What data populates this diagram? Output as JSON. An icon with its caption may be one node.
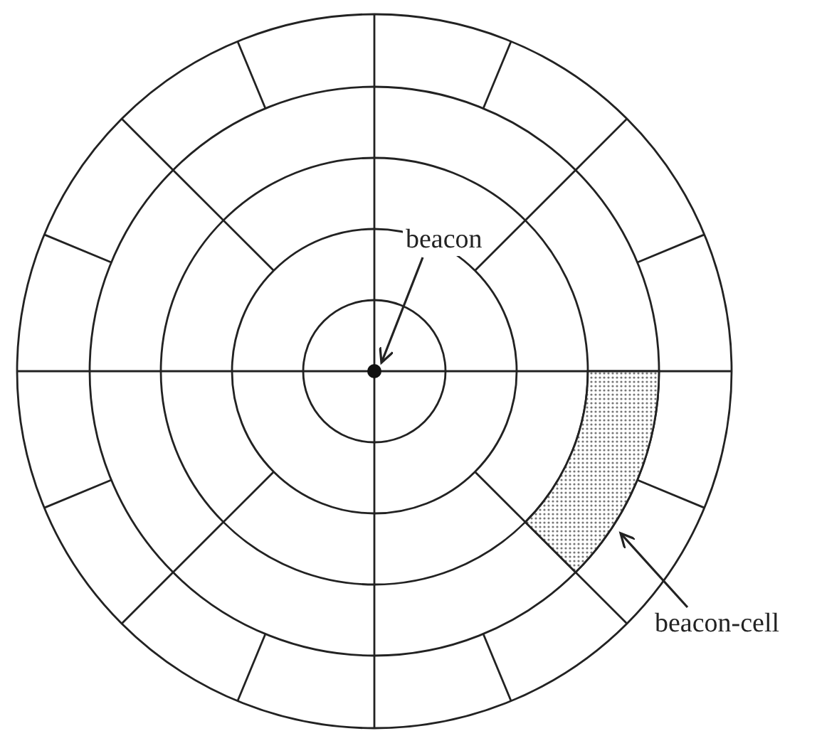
{
  "diagram": {
    "nodes": [
      {
        "text": [
          "beacon"
        ]
      },
      {
        "text": [],
        "shape": "circle"
      },
      {
        "text": [
          "beacon-cell"
        ]
      },
      {
        "text": [],
        "shape": "sector"
      }
    ],
    "edges": [
      {
        "from": 0,
        "to": 1,
        "arrow": "to"
      },
      {
        "from": 2,
        "to": 3,
        "arrow": "to"
      }
    ]
  }
}
